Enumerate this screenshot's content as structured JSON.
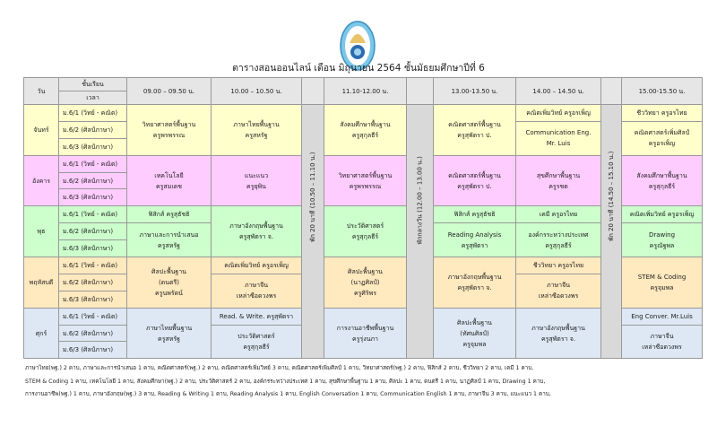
{
  "title": "ตารางสอนออนไลน์ เดือน มิถุนายน 2564 ชั้นมัธยมศึกษาปีที่ 6",
  "header": {
    "day": "วัน",
    "class": "ชั้นเรียน",
    "time": "เวลา",
    "slots": [
      "09.00 – 09.50 น.",
      "10.00 – 10.50 น.",
      "11.10-12.00 น.",
      "13.00-13.50 น.",
      "14.00 – 14.50 น.",
      "15.00-15.50 น."
    ]
  },
  "breaks": [
    "พัก 20 นาที (10.50 – 11.10 น.)",
    "พักกลางวัน (12.00 – 13.00 น.)",
    "พัก 20 นาที (14.50 – 15.10 น.)"
  ],
  "classes": [
    "ม.6/1 (วิทย์ - คณิต)",
    "ม.6/2 (ศิลป์ภาษา)",
    "ม.6/3 (ศิลป์ภาษา)"
  ],
  "days": [
    {
      "name": "จันทร์",
      "color": "#ffffcc",
      "slots": [
        [
          {
            "span": 3,
            "lines": [
              "วิทยาศาสตร์พื้นฐาน",
              "ครูพรพรรณ"
            ]
          }
        ],
        [
          {
            "span": 3,
            "lines": [
              "ภาษาไทยพื้นฐาน",
              "ครูสหรัฐ"
            ]
          }
        ],
        [
          {
            "span": 3,
            "lines": [
              "สังคมศึกษาพื้นฐาน",
              "ครูสุกุลธีร์"
            ]
          }
        ],
        [
          {
            "span": 3,
            "lines": [
              "คณิตศาสตร์พื้นฐาน",
              "ครูสุพัตรา ป."
            ]
          }
        ],
        [
          {
            "span": 1,
            "lines": [
              "คณิตเพิ่มวิทย์ ครูอรเพ็ญ"
            ]
          },
          {
            "span": 2,
            "lines": [
              "Communication Eng.",
              "Mr. Luis"
            ]
          }
        ],
        [
          {
            "span": 1,
            "lines": [
              "ชีววิทยา ครูอรไทย"
            ]
          },
          {
            "span": 2,
            "lines": [
              "คณิตศาสตร์เพิ่มศิลป์",
              "ครูอรเพ็ญ"
            ]
          }
        ]
      ]
    },
    {
      "name": "อังคาร",
      "color": "#ffccff",
      "slots": [
        [
          {
            "span": 3,
            "lines": [
              "เทคโนโลยี",
              "ครูสมเดช"
            ]
          }
        ],
        [
          {
            "span": 3,
            "lines": [
              "แนะแนว",
              "ครูยุพิน"
            ]
          }
        ],
        [
          {
            "span": 3,
            "lines": [
              "วิทยาศาสตร์พื้นฐาน",
              "ครูพรพรรณ"
            ]
          }
        ],
        [
          {
            "span": 3,
            "lines": [
              "คณิตศาสตร์พื้นฐาน",
              "ครูสุพัตรา ป."
            ]
          }
        ],
        [
          {
            "span": 3,
            "lines": [
              "สุขศึกษาพื้นฐาน",
              "ครูรชต"
            ]
          }
        ],
        [
          {
            "span": 3,
            "lines": [
              "สังคมศึกษาพื้นฐาน",
              "ครูสุกุลธีร์"
            ]
          }
        ]
      ]
    },
    {
      "name": "พุธ",
      "color": "#ccffcc",
      "slots": [
        [
          {
            "span": 1,
            "lines": [
              "ฟิสิกส์ ครูสุธัชธิ"
            ]
          },
          {
            "span": 2,
            "lines": [
              "ภาษาและการนำเสนอ",
              "ครูสหรัฐ"
            ]
          }
        ],
        [
          {
            "span": 3,
            "lines": [
              "ภาษาอังกฤษพื้นฐาน",
              "ครูสุพัตรา จ."
            ]
          }
        ],
        [
          {
            "span": 3,
            "lines": [
              "ประวัติศาสตร์",
              "ครูสุกุลธีร์"
            ]
          }
        ],
        [
          {
            "span": 1,
            "lines": [
              "ฟิสิกส์ ครูสุธัชธิ"
            ]
          },
          {
            "span": 2,
            "lines": [
              "Reading Analysis",
              "ครูสุพัตรา"
            ]
          }
        ],
        [
          {
            "span": 1,
            "lines": [
              "เคมี ครูอรไทย"
            ]
          },
          {
            "span": 2,
            "lines": [
              "องค์กรระหว่างประเทศ",
              "ครูสุกุลธีร์"
            ]
          }
        ],
        [
          {
            "span": 1,
            "lines": [
              "คณิตเพิ่มวิทย์ ครูอรเพ็ญ"
            ]
          },
          {
            "span": 2,
            "lines": [
              "Drawing",
              "ครูณัฐพล"
            ]
          }
        ]
      ]
    },
    {
      "name": "พฤหัสบดี",
      "color": "#ffe9bf",
      "slots": [
        [
          {
            "span": 3,
            "lines": [
              "ศิลปะพื้นฐาน",
              "(ดนตรี)",
              "ครูนพรัตน์"
            ]
          }
        ],
        [
          {
            "span": 1,
            "lines": [
              "คณิตเพิ่มวิทย์ ครูอรเพ็ญ"
            ]
          },
          {
            "span": 2,
            "lines": [
              "ภาษาจีน",
              "เหล่าซือดวงพร"
            ]
          }
        ],
        [
          {
            "span": 3,
            "lines": [
              "ศิลปะพื้นฐาน",
              "(นาฏศิลป์)",
              "ครูศิริพร"
            ]
          }
        ],
        [
          {
            "span": 3,
            "lines": [
              "ภาษาอังกฤษพื้นฐาน",
              "ครูสุพัตรา จ."
            ]
          }
        ],
        [
          {
            "span": 1,
            "lines": [
              "ชีววิทยา ครูอรไทย"
            ]
          },
          {
            "span": 2,
            "lines": [
              "ภาษาจีน",
              "เหล่าซือดวงพร"
            ]
          }
        ],
        [
          {
            "span": 3,
            "lines": [
              "STEM & Coding",
              "ครูจุมพล"
            ]
          }
        ]
      ]
    },
    {
      "name": "ศุกร์",
      "color": "#dde8f4",
      "slots": [
        [
          {
            "span": 3,
            "lines": [
              "ภาษาไทยพื้นฐาน",
              "ครูสหรัฐ"
            ]
          }
        ],
        [
          {
            "span": 1,
            "lines": [
              "Read. & Write. ครูสุพัตรา"
            ]
          },
          {
            "span": 2,
            "lines": [
              "ประวัติศาสตร์",
              "ครูสุกุลธีร์"
            ]
          }
        ],
        [
          {
            "span": 3,
            "lines": [
              "การงานอาชีพพื้นฐาน",
              "ครูรุ่งนภา"
            ]
          }
        ],
        [
          {
            "span": 3,
            "lines": [
              "ศิลปะพื้นฐาน",
              "(ทัศนศิลป์)",
              "ครูจุมพล"
            ]
          }
        ],
        [
          {
            "span": 3,
            "lines": [
              "ภาษาอังกฤษพื้นฐาน",
              "ครูสุพัตรา จ."
            ]
          }
        ],
        [
          {
            "span": 1,
            "lines": [
              "Eng Conver. Mr.Luis"
            ]
          },
          {
            "span": 2,
            "lines": [
              "ภาษาจีน",
              "เหล่าซือดวงพร"
            ]
          }
        ]
      ]
    }
  ],
  "notes": [
    "ภาษาไทย(พฐ.) 2 คาบ, ภาษาและการนำเสนอ 1 คาบ, คณิตศาสตร์(พฐ.) 2 คาบ, คณิตศาสตร์เพิ่มวิทย์ 3 คาบ, คณิตศาสตร์เพิ่มศิลป์ 1 คาบ, วิทยาศาสตร์(พฐ.) 2 คาบ, ฟิสิกส์ 2 คาบ, ชีววิทยา 2 คาบ, เคมี 1 คาบ,",
    "STEM & Coding 1 คาบ, เทคโนโลยี 1 คาบ, สังคมศึกษา(พฐ.) 2 คาบ, ประวัติศาสตร์ 2 คาบ, องค์กรระหว่างประเทศ 1 คาบ, สุขศึกษาพื้นฐาน 1 คาบ, ศิลปะ 1 คาบ, ดนตรี 1 คาบ, นาฏศิลป์ 1 คาบ, Drawing 1 คาบ,",
    "การงานอาชีพ(พฐ.) 1 คาบ, ภาษาอังกฤษ(พฐ.) 3 คาบ, Reading & Writing 1 คาบ, Reading Analysis 1 คาบ, English Conversation 1 คาบ, Communication English 1 คาบ, ภาษาจีน 3 คาบ, แนะแนว 1 คาบ,"
  ]
}
